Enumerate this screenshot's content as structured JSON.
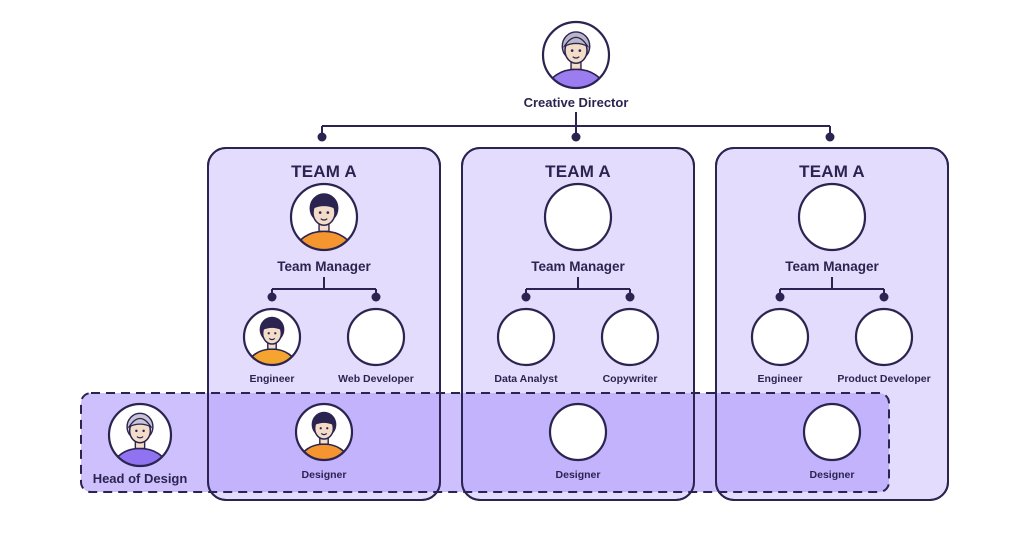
{
  "director": {
    "label": "Creative Director",
    "shirt": "#9b7df0",
    "hair": "#b9b6c9",
    "skin": "#f3ddc8"
  },
  "head_of_design": {
    "label": "Head of Design",
    "shirt": "#8f73f0",
    "hair": "#c9c4d6",
    "skin": "#f3ddc8"
  },
  "teams": [
    {
      "title": "TEAM A",
      "manager": {
        "label": "Team Manager",
        "shirt": "#f5952f",
        "hair": "#2b2450",
        "skin": "#f3ddc8"
      },
      "members": [
        {
          "label": "Engineer",
          "shirt": "#f5a42f",
          "hair": "#2b2450",
          "skin": "#f3ddc8"
        },
        {
          "label": "Web Developer",
          "shirt": "#f5952f",
          "hair": "#2b2450",
          "skin": "#f3ddc8"
        }
      ],
      "designer": {
        "label": "Designer",
        "shirt": "#f5952f",
        "hair": "#2b2450",
        "skin": "#f3ddc8"
      }
    },
    {
      "title": "TEAM A",
      "manager": {
        "label": "Team Manager",
        "shirt": "#6ec6ef",
        "hair": "#8f73f0",
        "skin": "#f3ddc8"
      },
      "members": [
        {
          "label": "Data Analyst",
          "shirt": "#4fb4ea",
          "hair": "#8f73f0",
          "skin": "#f3ddc8"
        },
        {
          "label": "Copywriter",
          "shirt": "#4fb4ea",
          "hair": "#8f73f0",
          "skin": "#f3ddc8"
        }
      ],
      "designer": {
        "label": "Designer",
        "shirt": "#4fb4ea",
        "hair": "#8f73f0",
        "skin": "#f3ddc8"
      }
    },
    {
      "title": "TEAM A",
      "manager": {
        "label": "Team Manager",
        "shirt": "#ef6b6b",
        "hair": "#b9b6c9",
        "skin": "#f3ddc8"
      },
      "members": [
        {
          "label": "Engineer",
          "shirt": "#ef6b6b",
          "hair": "#2b2450",
          "skin": "#f3ddc8"
        },
        {
          "label": "Product Developer",
          "shirt": "#ef6b6b",
          "hair": "#e9d8c2",
          "skin": "#f3ddc8"
        }
      ],
      "designer": {
        "label": "Designer",
        "shirt": "#ef6b6b",
        "hair": "#2b2450",
        "skin": "#f3ddc8"
      }
    }
  ],
  "colors": {
    "outline": "#2b2450",
    "team_fill": "#e4dcfc",
    "band_fill": "#ad96fb",
    "background": "#ffffff"
  }
}
